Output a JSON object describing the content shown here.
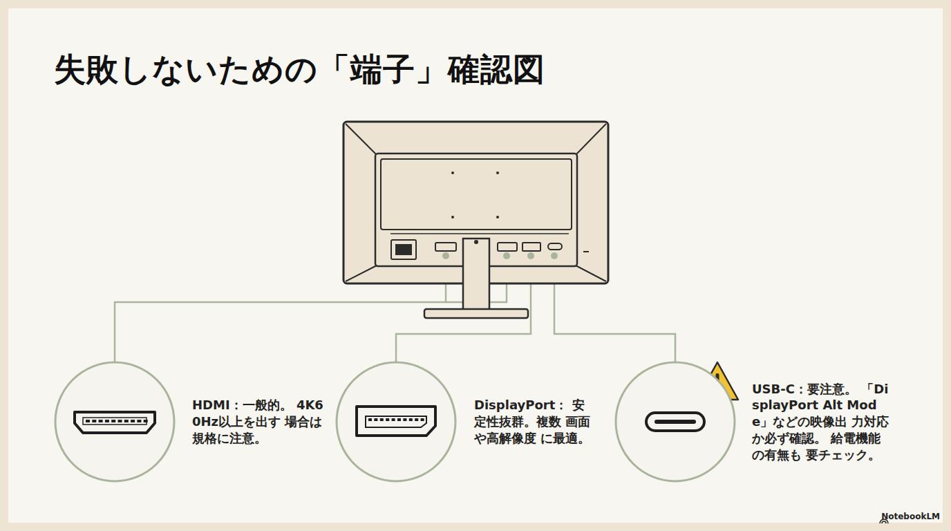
{
  "diagram": {
    "title": "失敗しないための「端子」確認図",
    "nodes": [
      {
        "text": [
          "HDMI：一般的。 4K60Hz以上を出す 場合は規格に注意。"
        ]
      },
      {
        "text": [
          "DisplayPort： 安定性抜群。複数 画面や高解像度 に最適。"
        ]
      },
      {
        "text": [
          "USB-C：要注意。 「DisplayPort Alt Mode」などの映像出 力対応か必ず確認。 給電機能の有無も 要チェック。"
        ]
      }
    ],
    "labels": [
      "NotebookLM"
    ]
  }
}
